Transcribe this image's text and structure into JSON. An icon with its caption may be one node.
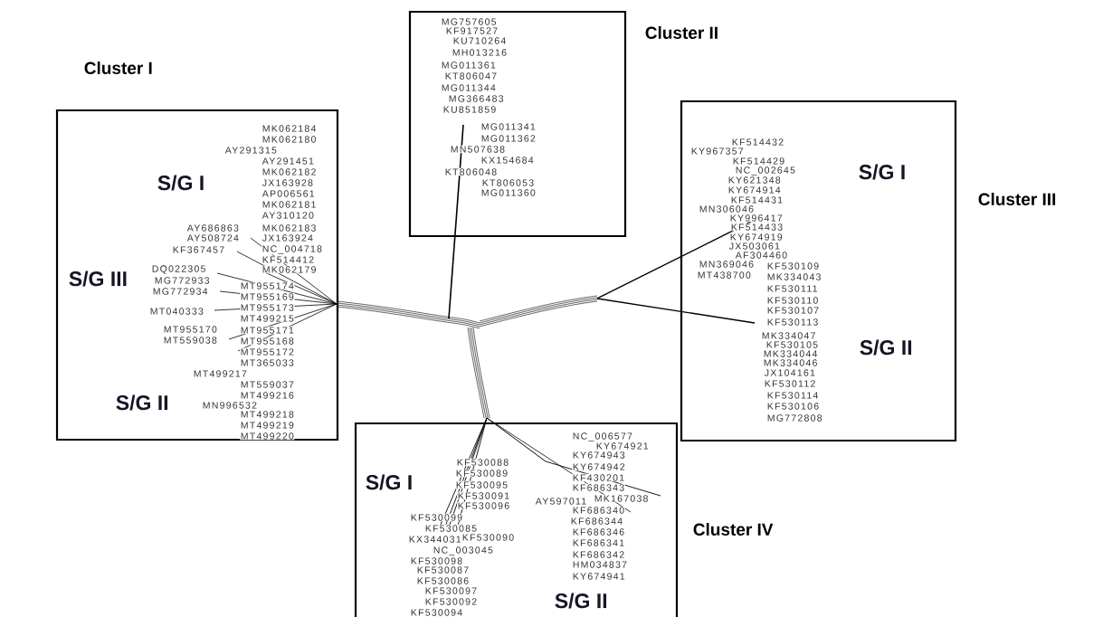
{
  "diagram": {
    "nodes": [
      {
        "text": [
          "Cluster I",
          "MK062184",
          "MK062180",
          "AY291315",
          "AY291451",
          "MK062182",
          "S/G I",
          "JX163928",
          "AP006561",
          "MK062181",
          "AY310120",
          "AY686863",
          "MK062183",
          "AY508724",
          "JX163924",
          "KF367457",
          "NC_004718",
          "KF514412",
          "DQ022305",
          "MK062179",
          "S/G III",
          "MG772933",
          "MT955174",
          "MG772934",
          "MT955169",
          "MT040333",
          "MT955173",
          "MT499215",
          "MT955170",
          "MT955171",
          "MT559038",
          "MT955168",
          "MT955172",
          "MT365033",
          "MT499217",
          "MT559037",
          "MT499216",
          "S/G II",
          "MN996532",
          "MT499218",
          "MT499219",
          "MT499220"
        ]
      },
      {
        "text": [
          "Cluster II",
          "MG757605",
          "KF917527",
          "KU710264",
          "MH013216",
          "MG011361",
          "KT806047",
          "MG011344",
          "MG366483",
          "KU851859",
          "MG011341",
          "MG011362",
          "MN507638",
          "KX154684",
          "KT806048",
          "KT806053",
          "MG011360"
        ]
      },
      {
        "text": [
          "Cluster III",
          "KF514432",
          "KY967357",
          "KF514429",
          "NC_002645",
          "S/G I",
          "KY621348",
          "KY674914",
          "KF514431",
          "MN306046",
          "KY996417",
          "KF514433",
          "KY674919",
          "JX503061",
          "AF304460",
          "MN369046",
          "KF530109",
          "MT438700",
          "MK334043",
          "KF530111",
          "KF530110",
          "KF530107",
          "KF530113",
          "MK334047",
          "KF530105",
          "S/G II",
          "MK334044",
          "MK334046",
          "JX104161",
          "KF530112",
          "KF530114",
          "KF530106",
          "MG772808"
        ]
      },
      {
        "text": [
          "Cluster IV",
          "NC_006577",
          "KY674921",
          "KY674943",
          "KF530088",
          "KY674942",
          "KF530089",
          "KF430201",
          "S/G I",
          "KF530095",
          "KF686343",
          "KF530091",
          "MK167038",
          "AY597011",
          "KF530096",
          "KF686340",
          "KF530099",
          "KF686344",
          "KF530085",
          "KF686346",
          "KF530090",
          "KX344031",
          "KF686341",
          "NC_003045",
          "KF530098",
          "KF686342",
          "HM034837",
          "KF530087",
          "KY674941",
          "KF530086",
          "KF530097",
          "S/G II",
          "KF530092",
          "KF530094"
        ]
      }
    ]
  }
}
